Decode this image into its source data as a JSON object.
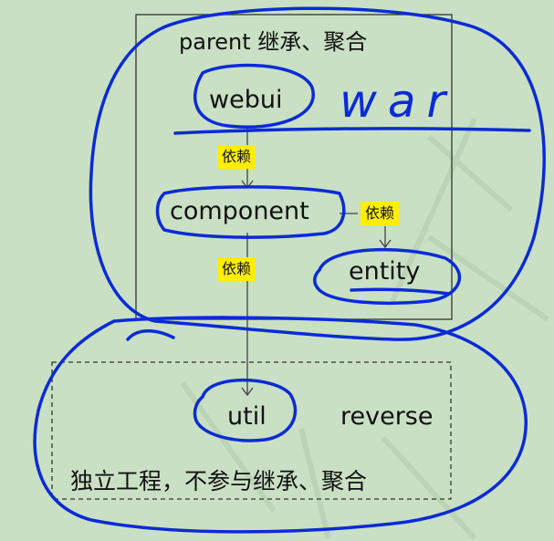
{
  "parent_box": {
    "title": "parent 继承、聚合"
  },
  "modules": {
    "webui": "webui",
    "component": "component",
    "entity": "entity",
    "util": "util",
    "reverse": "reverse"
  },
  "dependency_tags": {
    "webui_to_component": "依赖",
    "component_to_entity": "依赖",
    "component_to_util": "依赖"
  },
  "independent_box": {
    "caption": "独立工程，不参与继承、聚合"
  },
  "handwriting": {
    "war": "war"
  },
  "colors": {
    "background": "#c9e0c4",
    "box_stroke": "#333333",
    "tag_fill": "#ffee00",
    "ink": "#0b2bd6"
  }
}
